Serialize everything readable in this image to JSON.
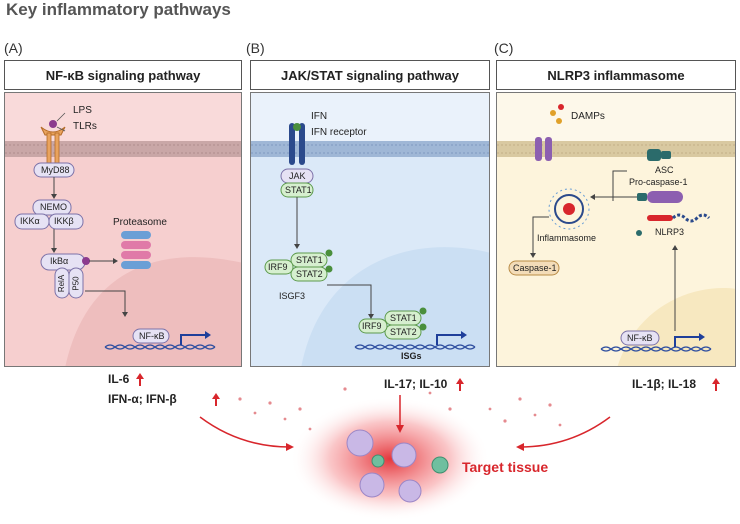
{
  "title": "Key inflammatory pathways",
  "colors": {
    "panel_a_bg": "#f9dada",
    "panel_b_bg": "#dbe9f8",
    "panel_c_bg": "#fdf4dc",
    "node_fill": "#e6e2f4",
    "node_stroke": "#7c72a8",
    "stat_fill": "#d6efcf",
    "arrow_red": "#d8262c",
    "membrane_a": "#c9a7a7",
    "membrane_b": "#9fb7d6",
    "membrane_c": "#d9c9a1"
  },
  "panels": {
    "a": {
      "letter": "(A)",
      "title": "NF-κB signaling pathway",
      "lps": "LPS",
      "tlrs": "TLRs",
      "myd88": "MyD88",
      "nemo": "NEMO",
      "ikka": "IKKα",
      "ikkb": "IKKβ",
      "proteasome": "Proteasome",
      "ikba": "IkBα",
      "rela": "RelA",
      "p50": "P50",
      "nfkb": "NF-κB",
      "p": "P"
    },
    "b": {
      "letter": "(B)",
      "title": "JAK/STAT signaling pathway",
      "ifn": "IFN",
      "ifn_receptor": "IFN receptor",
      "jak": "JAK",
      "stat1": "STAT1",
      "stat2": "STAT2",
      "irf9": "IRF9",
      "isgf3": "ISGF3",
      "isgs": "ISGs",
      "p": "P"
    },
    "c": {
      "letter": "(C)",
      "title": "NLRP3 inflammasome",
      "damps": "DAMPs",
      "asc": "ASC",
      "procaspase": "Pro-caspase-1",
      "inflammasome": "Inflammasome",
      "nlrp3": "NLRP3",
      "caspase1": "Caspase-1",
      "nfkb": "NF-κB"
    }
  },
  "cytokines": {
    "il6": "IL-6",
    "ifn_ab": "IFN-α; IFN-β",
    "il17_il10": "IL-17; IL-10",
    "il1b_il18": "IL-1β; IL-18"
  },
  "target_tissue": "Target tissue"
}
